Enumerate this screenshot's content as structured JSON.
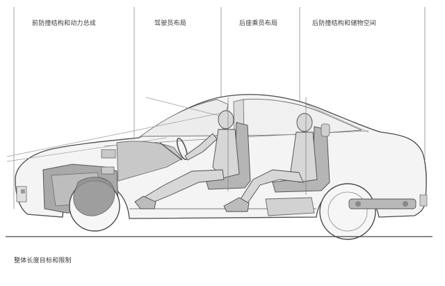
{
  "sections": [
    {
      "id": "front",
      "label": "前防撞结构和动力总成"
    },
    {
      "id": "driver",
      "label": "驾驶员布局"
    },
    {
      "id": "rear_occupant",
      "label": "后座乘员布局"
    },
    {
      "id": "rear_storage",
      "label": "后防撞结构和储物空间"
    }
  ],
  "footer": {
    "label": "整体长度目标和限制"
  },
  "colors": {
    "line": "#555555",
    "fill_dark": "#9a9a9a",
    "fill_mid": "#c6c6c6",
    "fill_light": "#e4e4e4",
    "glass": "#f2f2f2"
  }
}
